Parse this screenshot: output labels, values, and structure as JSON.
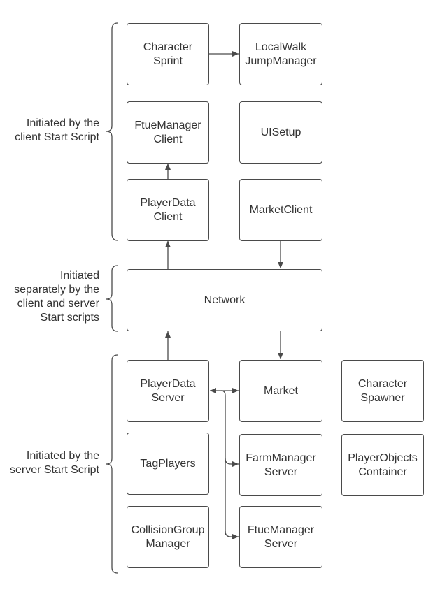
{
  "groups": {
    "client": "Initiated by the\nclient Start Script",
    "shared": "Initiated\nseparately by the\nclient and server\nStart scripts",
    "server": "Initiated by the\nserver Start Script"
  },
  "nodes": {
    "character_sprint": "Character\nSprint",
    "localwalk_jumpmanager": "LocalWalk\nJumpManager",
    "ftuemanager_client": "FtueManager\nClient",
    "uisetup": "UISetup",
    "playerdata_client": "PlayerData\nClient",
    "marketclient": "MarketClient",
    "network": "Network",
    "playerdata_server": "PlayerData\nServer",
    "market": "Market",
    "character_spawner": "Character\nSpawner",
    "tagplayers": "TagPlayers",
    "farmmanager_server": "FarmManager\nServer",
    "playerobjects_container": "PlayerObjects\nContainer",
    "collisiongroup_manager": "CollisionGroup\nManager",
    "ftuemanager_server": "FtueManager\nServer"
  },
  "colors": {
    "stroke": "#4a4a4a",
    "text": "#333333"
  }
}
